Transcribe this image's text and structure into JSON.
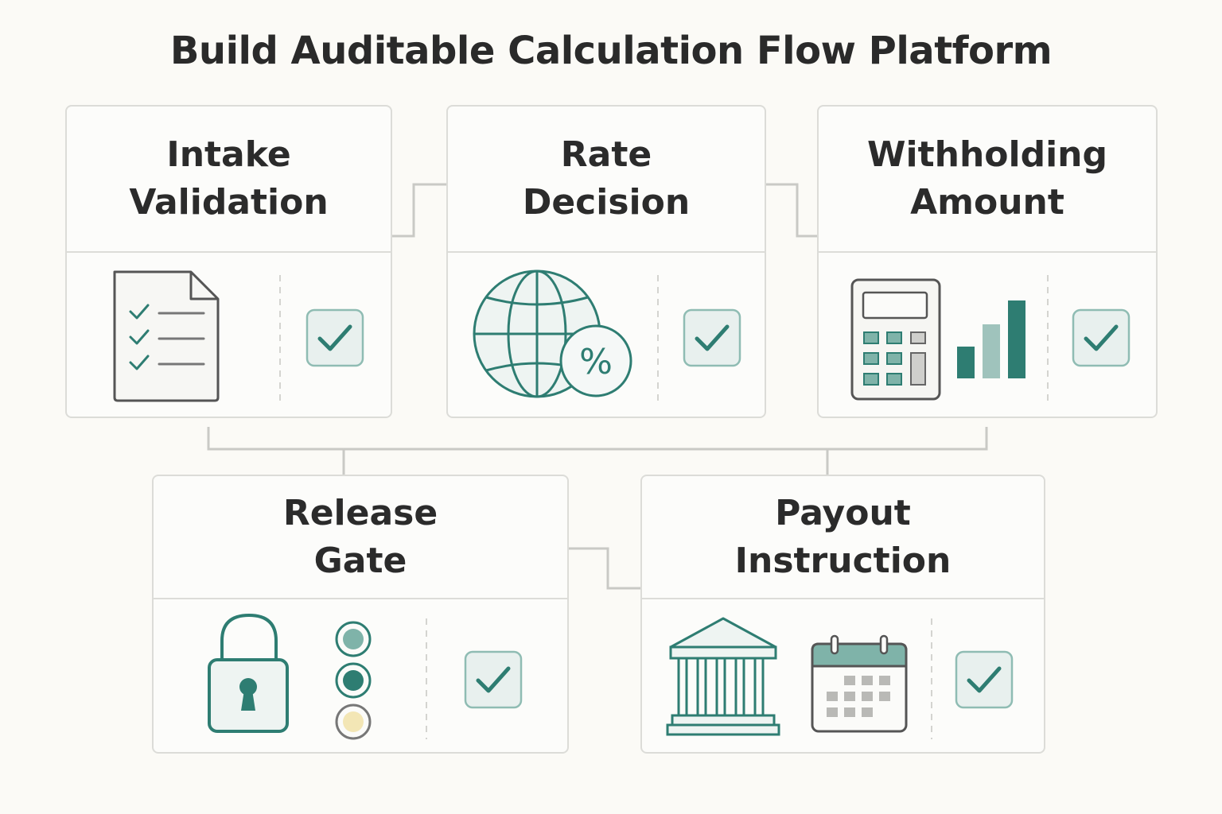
{
  "title": "Build Auditable Calculation Flow Platform",
  "colors": {
    "accent": "#2e7d72",
    "accent_light": "#7fb3a9",
    "check_bg": "#e8f0ee",
    "border": "#dcdcd8",
    "yellow": "#f3e6b5"
  },
  "steps": [
    {
      "line1": "Intake",
      "line2": "Validation",
      "icons": [
        "checklist-document-icon",
        "check-icon"
      ],
      "status": "complete"
    },
    {
      "line1": "Rate",
      "line2": "Decision",
      "icons": [
        "globe-icon",
        "percent-icon",
        "check-icon"
      ],
      "status": "complete"
    },
    {
      "line1": "Withholding",
      "line2": "Amount",
      "icons": [
        "calculator-icon",
        "bar-chart-icon",
        "check-icon"
      ],
      "status": "complete"
    },
    {
      "line1": "Release",
      "line2": "Gate",
      "icons": [
        "lock-icon",
        "status-lights-icon",
        "check-icon"
      ],
      "status": "complete"
    },
    {
      "line1": "Payout",
      "line2": "Instruction",
      "icons": [
        "bank-icon",
        "calendar-icon",
        "check-icon"
      ],
      "status": "complete"
    }
  ]
}
